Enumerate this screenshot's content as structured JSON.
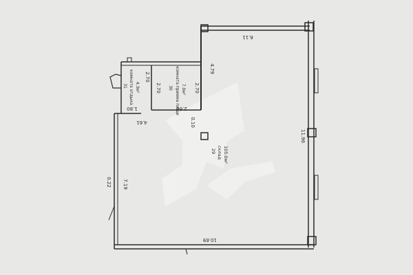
{
  "colors": {
    "paper": "#e8e8e6",
    "line": "#2a2a2a",
    "watermark": "#f4f4f2"
  },
  "dimensions": {
    "top_wall": "6.11",
    "right_wall": "11.96",
    "bottom_wall": "10.69",
    "left_wall": "7.19",
    "left_offset": "0.22",
    "corridor_wall": "4.79",
    "small_width": "1.80",
    "room_width": "4.61",
    "room30_width": "2.60",
    "gap": "0.10",
    "r31_height": "2.70",
    "r30_left": "2.70",
    "r30_right": "2.70"
  },
  "rooms": {
    "r31": {
      "number": "31",
      "name": "комната отдыха",
      "area": "4.3м²"
    },
    "r30": {
      "number": "30",
      "name": "комната приема пищи",
      "area": "7.0м²"
    },
    "r29": {
      "number": "29",
      "name": "склад",
      "area": "105.0м²"
    }
  }
}
